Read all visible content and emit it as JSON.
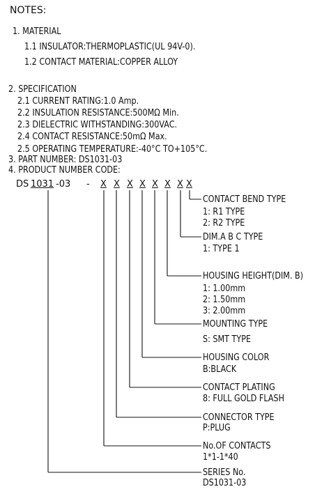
{
  "notes_title": "NOTES:",
  "material": {
    "heading": "1. MATERIAL",
    "items": [
      "1.1 INSULATOR:THERMOPLASTIC(UL 94V-0).",
      "1.2 CONTACT MATERIAL:COPPER ALLOY"
    ]
  },
  "specification": {
    "heading": "2. SPECIFICATION",
    "items": [
      "2.1 CURRENT RATING:1.0 Amp.",
      "2.2 INSULATION RESISTANCE:500MΩ Min.",
      "2.3 DIELECTRIC WITHSTANDING:300VAC.",
      "2.4 CONTACT RESISTANCE:50mΩ Max.",
      "2.5 OPERATING TEMPERATURE:-40°C TO+105°C."
    ]
  },
  "part_number": "3. PART NUMBER: DS1031-03",
  "product_code": {
    "heading": "4. PRODUCT NUMBER CODE:",
    "prefix": "DS",
    "series_digits": "1031",
    "suffix": "-03",
    "dash": "-",
    "placeholders": [
      "X",
      "X",
      "X",
      "X",
      "X",
      "X",
      "X",
      "X"
    ]
  },
  "callouts": [
    {
      "title": "CONTACT BEND TYPE",
      "lines": [
        "1: R1 TYPE",
        "2: R2 TYPE"
      ]
    },
    {
      "title": "DIM.A B C TYPE",
      "lines": [
        "1: TYPE 1"
      ]
    },
    {
      "title": "HOUSING HEIGHT(DIM. B)",
      "lines": [
        "1: 1.00mm",
        "2: 1.50mm",
        "3: 2.00mm"
      ]
    },
    {
      "title": "MOUNTING TYPE",
      "lines": [
        "S: SMT TYPE"
      ]
    },
    {
      "title": "HOUSING COLOR",
      "lines": [
        "B:BLACK"
      ]
    },
    {
      "title": "CONTACT PLATING",
      "lines": [
        "8: FULL GOLD FLASH"
      ]
    },
    {
      "title": "CONNECTOR TYPE",
      "lines": [
        "P:PLUG"
      ]
    },
    {
      "title": "No.OF CONTACTS",
      "lines": [
        "1*1-1*40"
      ]
    },
    {
      "title": "SERIES No.",
      "lines": [
        "DS1031-03"
      ]
    }
  ]
}
